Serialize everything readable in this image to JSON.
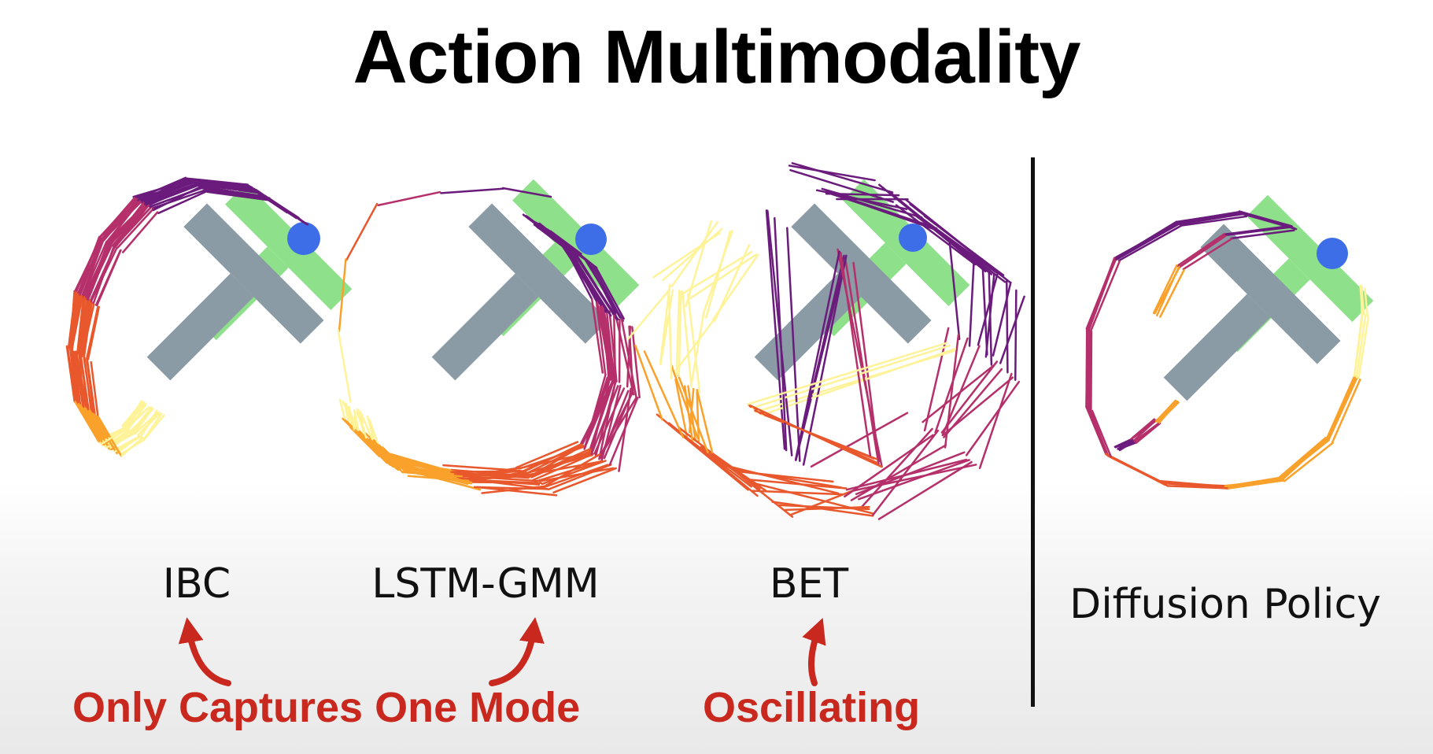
{
  "title": "Action Multimodality",
  "methods": [
    {
      "label": "IBC"
    },
    {
      "label": "LSTM-GMM"
    },
    {
      "label": "BET"
    },
    {
      "label": "Diffusion Policy"
    }
  ],
  "annotations": {
    "one_mode": "Only Captures One Mode",
    "oscillating": "Oscillating"
  },
  "colors": {
    "annotation_red": "#c8281e",
    "t_block_gray": "#8b9ba5",
    "t_target_green": "#8ee08a",
    "agent_blue": "#3d6ee8",
    "trajectory_colormap": [
      "#fff39a",
      "#f9a12a",
      "#e8582c",
      "#b5306a",
      "#6a1b7c",
      "#1a0f40"
    ]
  }
}
